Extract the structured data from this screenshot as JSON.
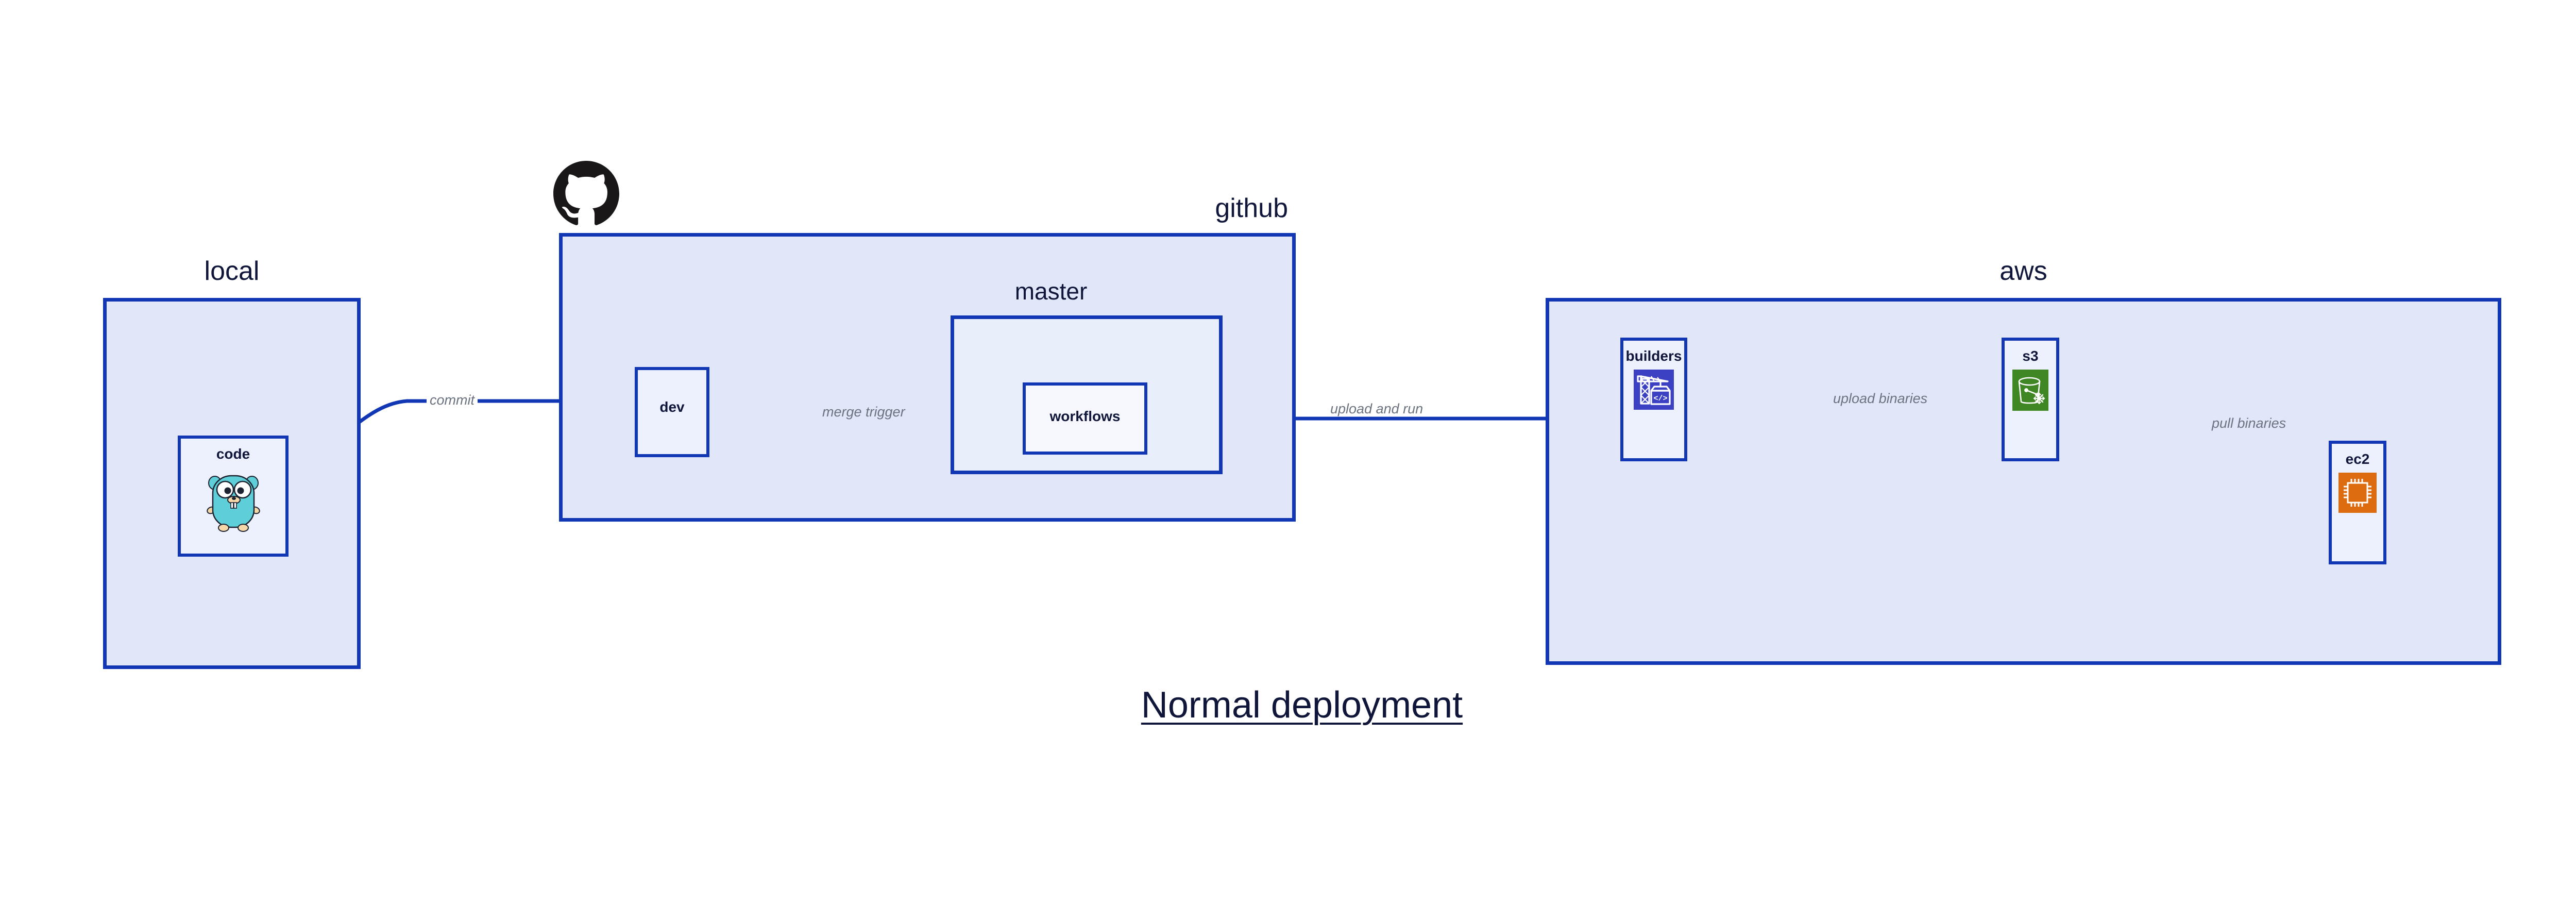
{
  "diagram": {
    "caption": "Normal deployment",
    "colors": {
      "group_fill": "#e1e7f9",
      "node_fill": "#edf1fd",
      "stroke": "#1137b4",
      "text": "#10163a",
      "edge_label": "#6b7280",
      "builders_icon_bg": "#3c41c4",
      "s3_icon_bg": "#3f8624",
      "ec2_icon_bg": "#dd6b10",
      "gopher_body": "#5ecfd9",
      "github_mark": "#191717"
    },
    "groups": [
      {
        "id": "local",
        "title": "local"
      },
      {
        "id": "github",
        "title": "github"
      },
      {
        "id": "master",
        "title": "master"
      },
      {
        "id": "aws",
        "title": "aws"
      }
    ],
    "nodes": [
      {
        "id": "code",
        "label": "code",
        "icon": "go-gopher-icon",
        "group": "local"
      },
      {
        "id": "dev",
        "label": "dev",
        "icon": null,
        "group": "github"
      },
      {
        "id": "workflows",
        "label": "workflows",
        "icon": null,
        "group": "master"
      },
      {
        "id": "builders",
        "label": "builders",
        "icon": "aws-codebuild-icon",
        "group": "aws"
      },
      {
        "id": "s3",
        "label": "s3",
        "icon": "aws-s3-bucket-icon",
        "group": "aws"
      },
      {
        "id": "ec2",
        "label": "ec2",
        "icon": "aws-ec2-chip-icon",
        "group": "aws"
      }
    ],
    "edges": [
      {
        "id": "commit",
        "label": "commit",
        "from": "code",
        "to": "dev"
      },
      {
        "id": "merge-trigger",
        "label": "merge trigger",
        "from": "dev",
        "to": "workflows"
      },
      {
        "id": "upload-and-run",
        "label": "upload and run",
        "from": "workflows",
        "to": "builders"
      },
      {
        "id": "upload-binaries",
        "label": "upload binaries",
        "from": "builders",
        "to": "s3"
      },
      {
        "id": "pull-binaries",
        "label": "pull binaries",
        "from": "s3",
        "to": "ec2"
      }
    ],
    "logos": [
      {
        "id": "github-mark",
        "name": "github-octocat-logo"
      }
    ]
  }
}
